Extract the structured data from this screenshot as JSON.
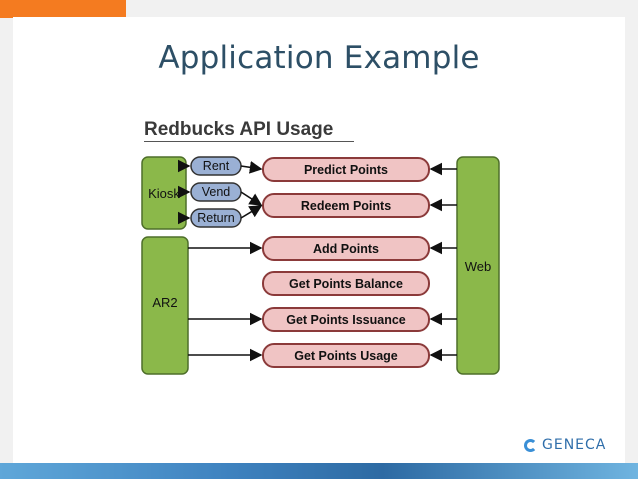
{
  "slide": {
    "title": "Application Example",
    "brand": "GENECA"
  },
  "diagram": {
    "title": "Redbucks API Usage",
    "kiosk": "Kiosk",
    "ar2": "AR2",
    "web": "Web",
    "kiosk_actions": [
      "Rent",
      "Vend",
      "Return"
    ],
    "api_calls": [
      "Predict Points",
      "Redeem Points",
      "Add Points",
      "Get Points Balance",
      "Get Points Issuance",
      "Get Points Usage"
    ]
  },
  "colors": {
    "title": "#2d4f66",
    "system_fill": "#8bb84a",
    "action_fill": "#9ab0d4",
    "api_fill": "#f0c4c4",
    "api_border": "#8b3a3a",
    "accent_orange": "#f47b20",
    "brand_blue": "#2f6eaa"
  }
}
